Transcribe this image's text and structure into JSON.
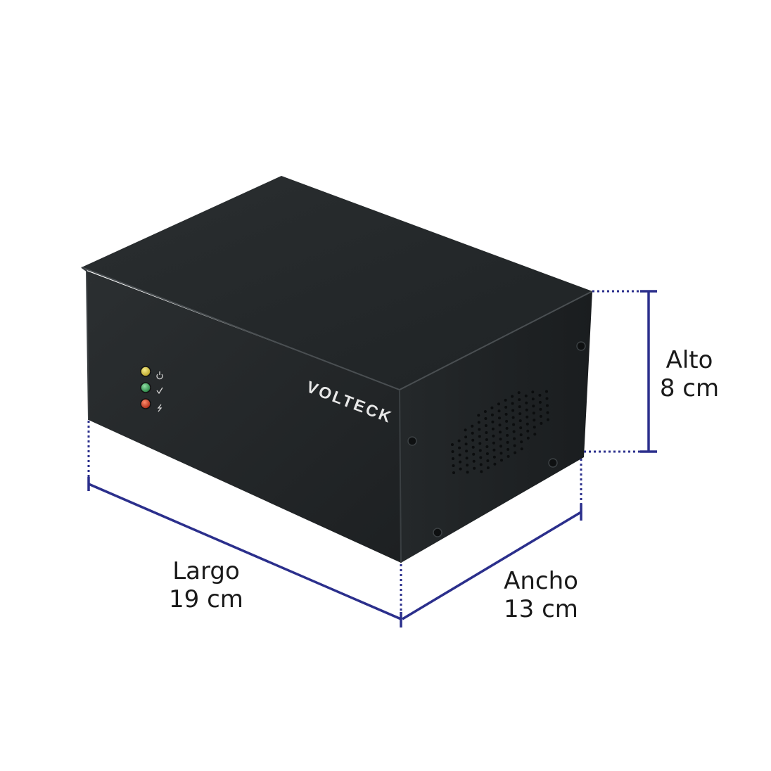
{
  "product": {
    "brand": "VOLTECK",
    "type": "black metal enclosure with indicator LEDs",
    "case_color": "#25292b",
    "led_colors": [
      "#d8c43a",
      "#2f9a4e",
      "#c8321e"
    ],
    "led_icons": [
      "power-icon",
      "check-icon",
      "lightning-icon"
    ]
  },
  "dimensions": {
    "line_color": "#2b2f8c",
    "alto": {
      "name": "Alto",
      "value": "8 cm"
    },
    "largo": {
      "name": "Largo",
      "value": "19 cm"
    },
    "ancho": {
      "name": "Ancho",
      "value": "13 cm"
    }
  }
}
